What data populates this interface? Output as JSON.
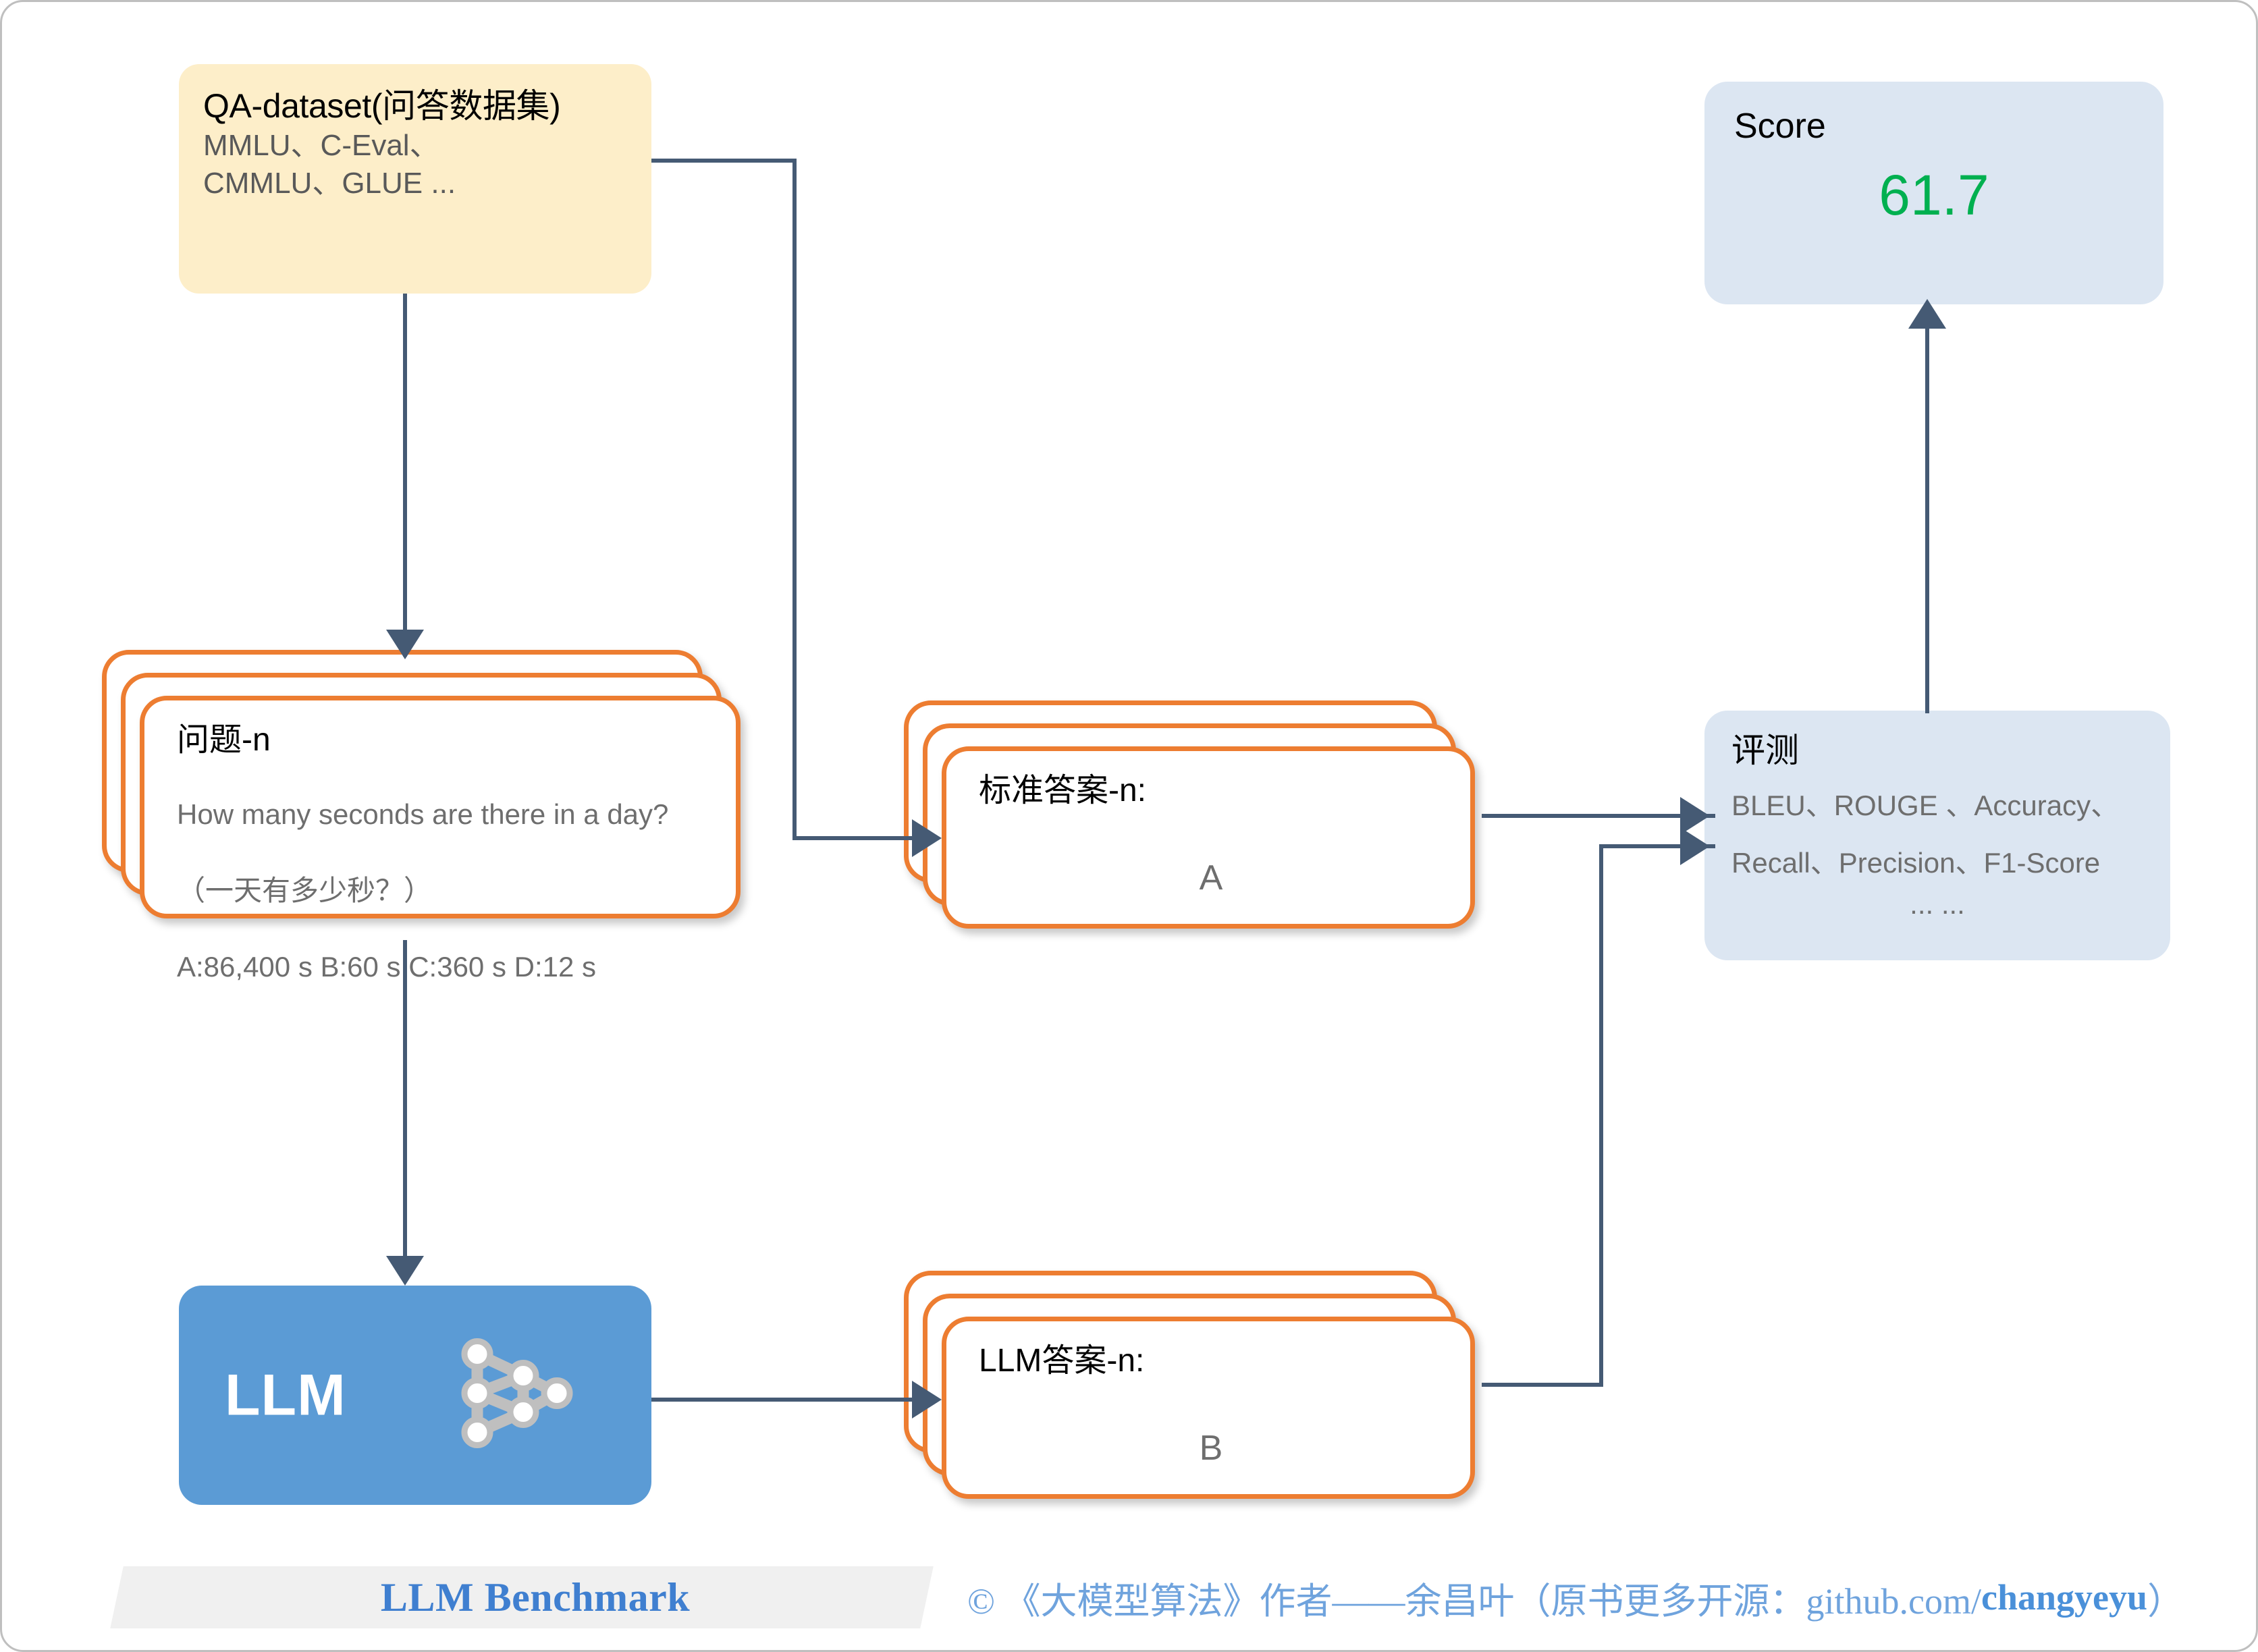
{
  "diagram": {
    "title": "LLM Benchmark",
    "colors": {
      "dataset_fill": "#fdeec9",
      "card_border": "#ed7d31",
      "blue_box_fill": "#dce6f2",
      "llm_fill": "#5b9bd5",
      "connector": "#455a74",
      "score_green": "#00b050",
      "body_text": "#6e6e6e",
      "footer_blue": "#4a90d9"
    }
  },
  "dataset": {
    "title": "QA-dataset(问答数据集)",
    "subtitle_line1": "MMLU、C-Eval、",
    "subtitle_line2": "CMMLU、GLUE ..."
  },
  "question_card": {
    "title": "问题-n",
    "line1": "How many seconds are there in a day?",
    "line2": "（一天有多少秒？）",
    "line3": "A:86,400 s    B:60 s     C:360 s     D:12 s"
  },
  "gold_answer_card": {
    "title": "标准答案-n:",
    "value": "A"
  },
  "llm": {
    "label": "LLM",
    "icon": "neural-network-icon"
  },
  "llm_answer_card": {
    "title": "LLM答案-n:",
    "value": "B"
  },
  "evaluation": {
    "title": "评测",
    "metrics_line1": "BLEU、ROUGE 、Accuracy、",
    "metrics_line2": "Recall、Precision、F1-Score",
    "metrics_line3": "... ..."
  },
  "score": {
    "title": "Score",
    "value": "61.7"
  },
  "footer": {
    "title": "LLM Benchmark",
    "credit_prefix": "© 《大模型算法》作者——余昌叶（原书更多开源：github.com/",
    "credit_handle": "changyeyu",
    "credit_suffix": "）"
  }
}
